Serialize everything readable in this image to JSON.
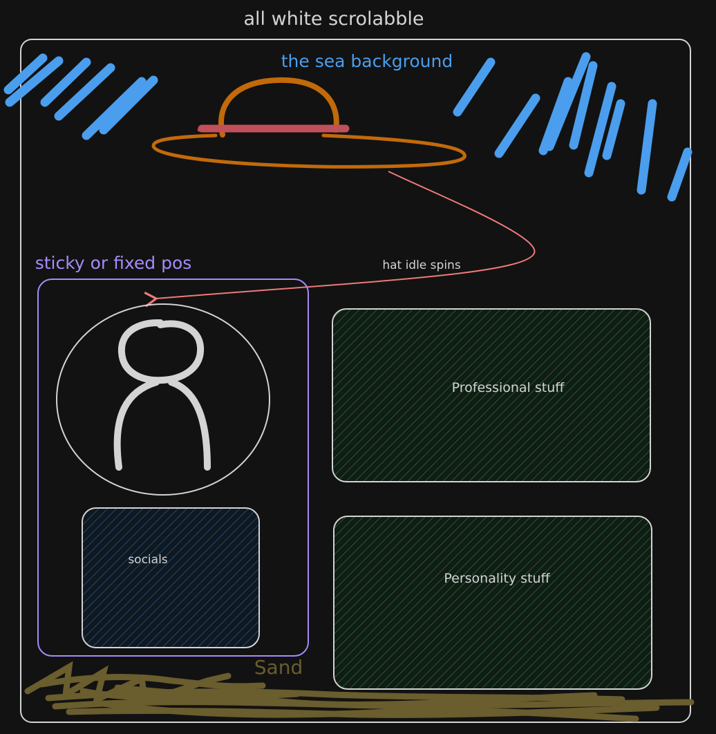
{
  "labels": {
    "page_title": "all white scrolabble",
    "sea_label": "the sea background",
    "sticky_label": "sticky or fixed pos",
    "hat_annotation": "hat idle spins",
    "professional": "Professional stuff",
    "personality": "Personality stuff",
    "socials": "socials",
    "sand_label": "Sand"
  },
  "colors": {
    "background": "#121212",
    "outline": "#d4d4d4",
    "sea": "#4a9eed",
    "hat_brown": "#c26a0a",
    "hat_band": "#c0505a",
    "arrow": "#f07a7a",
    "sticky": "#a78bfa",
    "green_fill": "#0f2e1a",
    "blue_fill": "#10263f",
    "sand": "#6a5d2e"
  },
  "icons": {
    "hat": "hat-icon",
    "avatar": "person-icon"
  }
}
